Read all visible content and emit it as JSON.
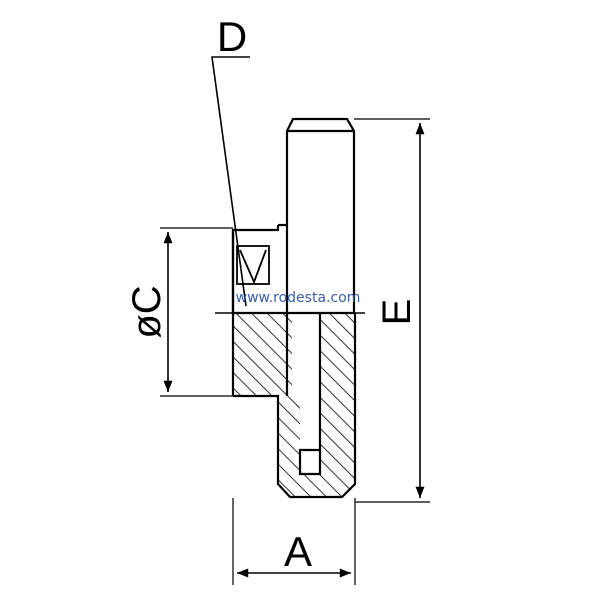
{
  "labels": {
    "a": "A",
    "c": "øC",
    "d": "D",
    "e": "E"
  },
  "watermark": "www.rodesta.com",
  "colors": {
    "line": "#000000",
    "watermark": "#3a5fa8"
  }
}
